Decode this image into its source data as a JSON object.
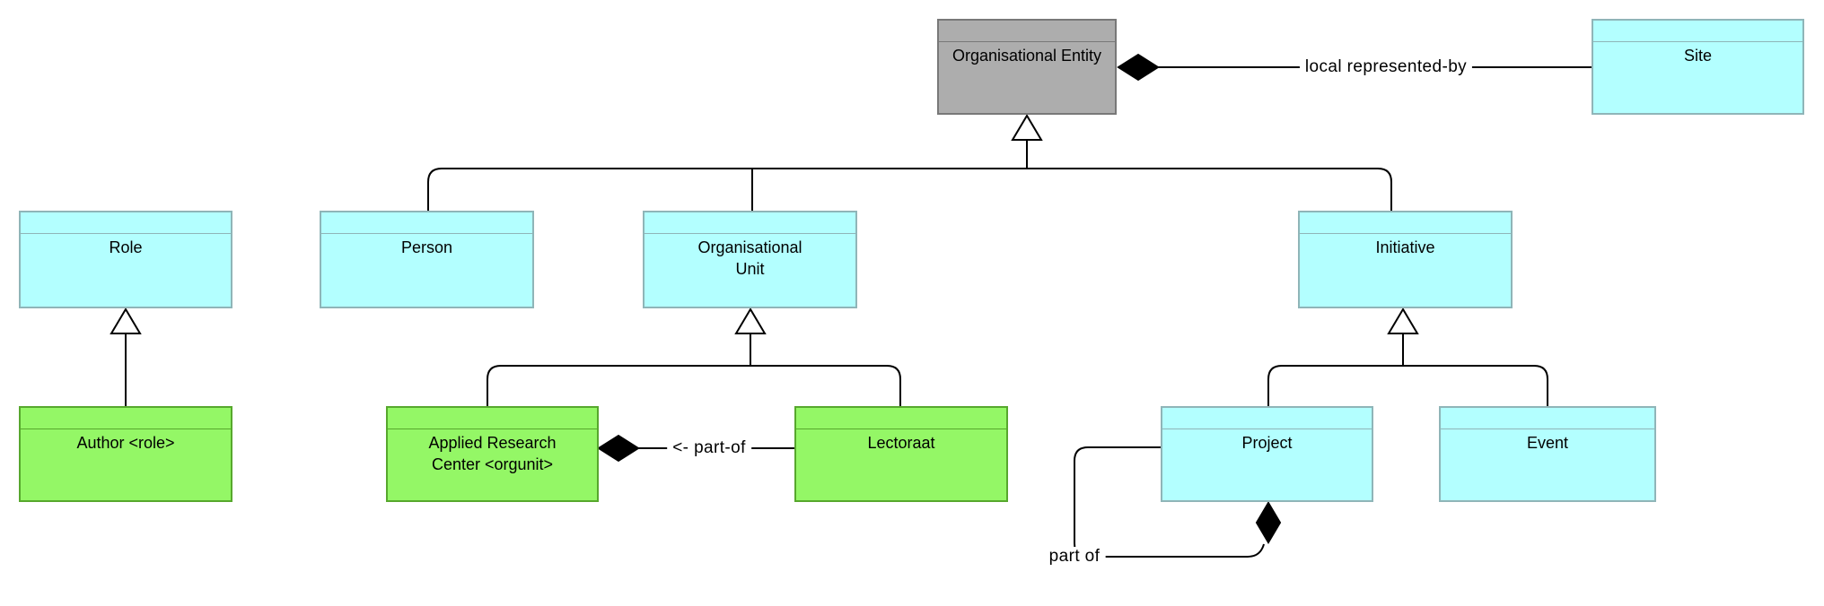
{
  "diagram": {
    "type": "uml-class-diagram",
    "background_color": "#ffffff",
    "line_color": "#000000",
    "colors": {
      "class_fill": "#b3ffff",
      "class_border": "#8fb5b8",
      "instance_fill": "#94f766",
      "instance_border": "#57a82d",
      "root_fill": "#adadad",
      "root_border": "#787878"
    }
  },
  "nodes": [
    {
      "id": "organisational-entity",
      "label": "Organisational Entity",
      "style": "gray"
    },
    {
      "id": "site",
      "label": "Site",
      "style": "cyan"
    },
    {
      "id": "role",
      "label": "Role",
      "style": "cyan"
    },
    {
      "id": "person",
      "label": "Person",
      "style": "cyan"
    },
    {
      "id": "organisational-unit",
      "label": "Organisational Unit",
      "style": "cyan"
    },
    {
      "id": "initiative",
      "label": "Initiative",
      "style": "cyan"
    },
    {
      "id": "author",
      "label": "Author <role>",
      "style": "green"
    },
    {
      "id": "applied-research-center",
      "label": "Applied Research Center <orgunit>",
      "style": "green"
    },
    {
      "id": "lectoraat",
      "label": "Lectoraat",
      "style": "green"
    },
    {
      "id": "project",
      "label": "Project",
      "style": "cyan"
    },
    {
      "id": "event",
      "label": "Event",
      "style": "cyan"
    }
  ],
  "relations": [
    {
      "type": "composition",
      "from": "Organisational Entity",
      "to": "Site",
      "label": "local represented-by"
    },
    {
      "type": "composition",
      "from": "Applied Research Center <orgunit>",
      "to": "Lectoraat",
      "label": "<- part-of"
    },
    {
      "type": "composition",
      "from": "Project",
      "to": "Project",
      "label": "part of"
    },
    {
      "type": "generalization",
      "parent": "Organisational Entity",
      "children": [
        "Person",
        "Organisational Unit",
        "Initiative"
      ]
    },
    {
      "type": "generalization",
      "parent": "Role",
      "children": [
        "Author <role>"
      ]
    },
    {
      "type": "generalization",
      "parent": "Organisational Unit",
      "children": [
        "Applied Research Center <orgunit>",
        "Lectoraat"
      ]
    },
    {
      "type": "generalization",
      "parent": "Initiative",
      "children": [
        "Project",
        "Event"
      ]
    }
  ]
}
